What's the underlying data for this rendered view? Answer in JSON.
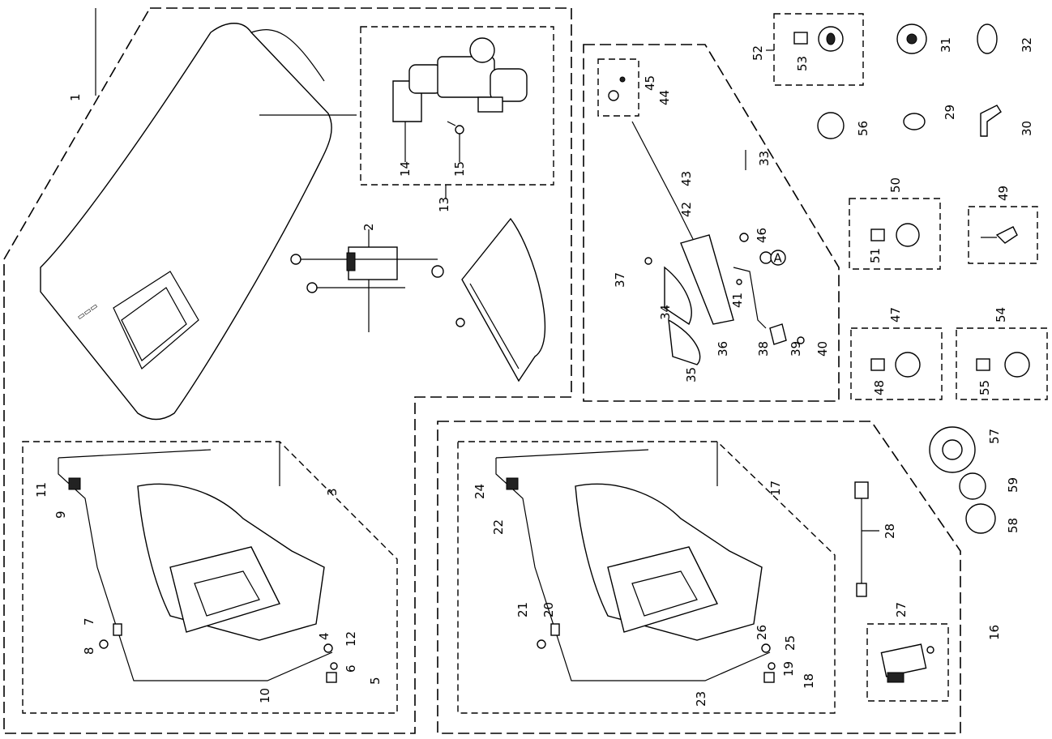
{
  "diagram": {
    "labels": {
      "p1": "1",
      "p2": "2",
      "p3": "3",
      "p4": "4",
      "p5": "5",
      "p6": "6",
      "p7": "7",
      "p8": "8",
      "p9": "9",
      "p10": "10",
      "p11": "11",
      "p12": "12",
      "p13": "13",
      "p14": "14",
      "p15": "15",
      "p16": "16",
      "p17": "17",
      "p18": "18",
      "p19": "19",
      "p20": "20",
      "p21": "21",
      "p22": "22",
      "p23": "23",
      "p24": "24",
      "p25": "25",
      "p26": "26",
      "p27": "27",
      "p28": "28",
      "p29": "29",
      "p30": "30",
      "p31": "31",
      "p32": "32",
      "p33": "33",
      "p34": "34",
      "p35": "35",
      "p36": "36",
      "p37": "37",
      "p38": "38",
      "p39": "39",
      "p40": "40",
      "p41": "41",
      "p42": "42",
      "p43": "43",
      "p44": "44",
      "p45": "45",
      "p46": "46",
      "p47": "47",
      "p48": "48",
      "p49": "49",
      "p50": "50",
      "p51": "51",
      "p52": "52",
      "p53": "53",
      "p54": "54",
      "p55": "55",
      "p56": "56",
      "p57": "57",
      "p58": "58",
      "p59": "59",
      "markA": "A"
    }
  }
}
